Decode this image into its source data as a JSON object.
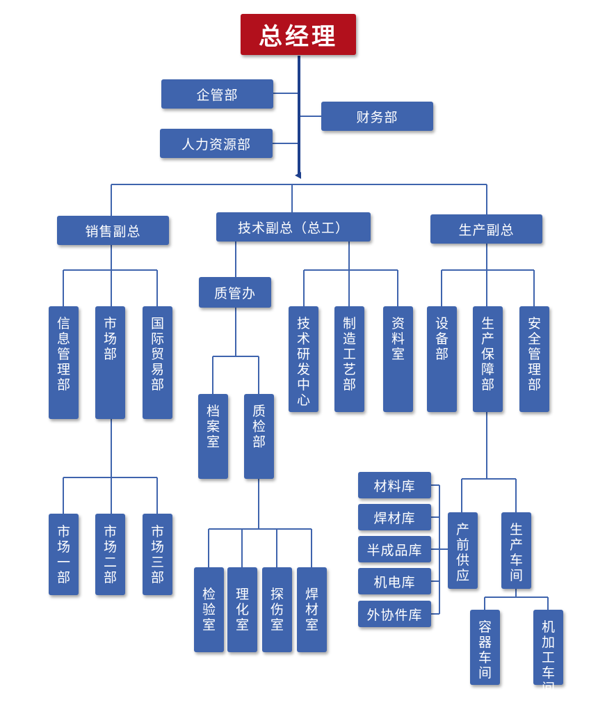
{
  "org": {
    "ceo": "总经理",
    "enterprise_mgmt": "企管部",
    "finance": "财务部",
    "hr": "人力资源部",
    "sales_vp": "销售副总",
    "tech_vp": "技术副总（总工）",
    "prod_vp": "生产副总",
    "info_mgmt": "信息管理部",
    "market": "市场部",
    "intl_trade": "国际贸易部",
    "market_1": "市场一部",
    "market_2": "市场二部",
    "market_3": "市场三部",
    "quality_office": "质管办",
    "archive": "档案室",
    "quality_inspection": "质检部",
    "inspection_room": "检验室",
    "physchem_room": "理化室",
    "flaw_room": "探伤室",
    "weld_room": "焊材室",
    "tech_rd": "技术研发中心",
    "mfg_process": "制造工艺部",
    "data_room": "资料室",
    "equipment": "设备部",
    "prod_support": "生产保障部",
    "safety_mgmt": "安全管理部",
    "material_store": "材料库",
    "weld_store": "焊材库",
    "semi_store": "半成品库",
    "mech_store": "机电库",
    "outsource_store": "外协件库",
    "pre_supply": "产前供应",
    "workshop": "生产车间",
    "vessel_ws": "容器车间",
    "machining_ws": "机加工车间"
  },
  "colors": {
    "box": "#3f64ad",
    "ceo_box": "#b2101c",
    "line": "#3f64ad",
    "main_arrow": "#1d3f8c"
  }
}
